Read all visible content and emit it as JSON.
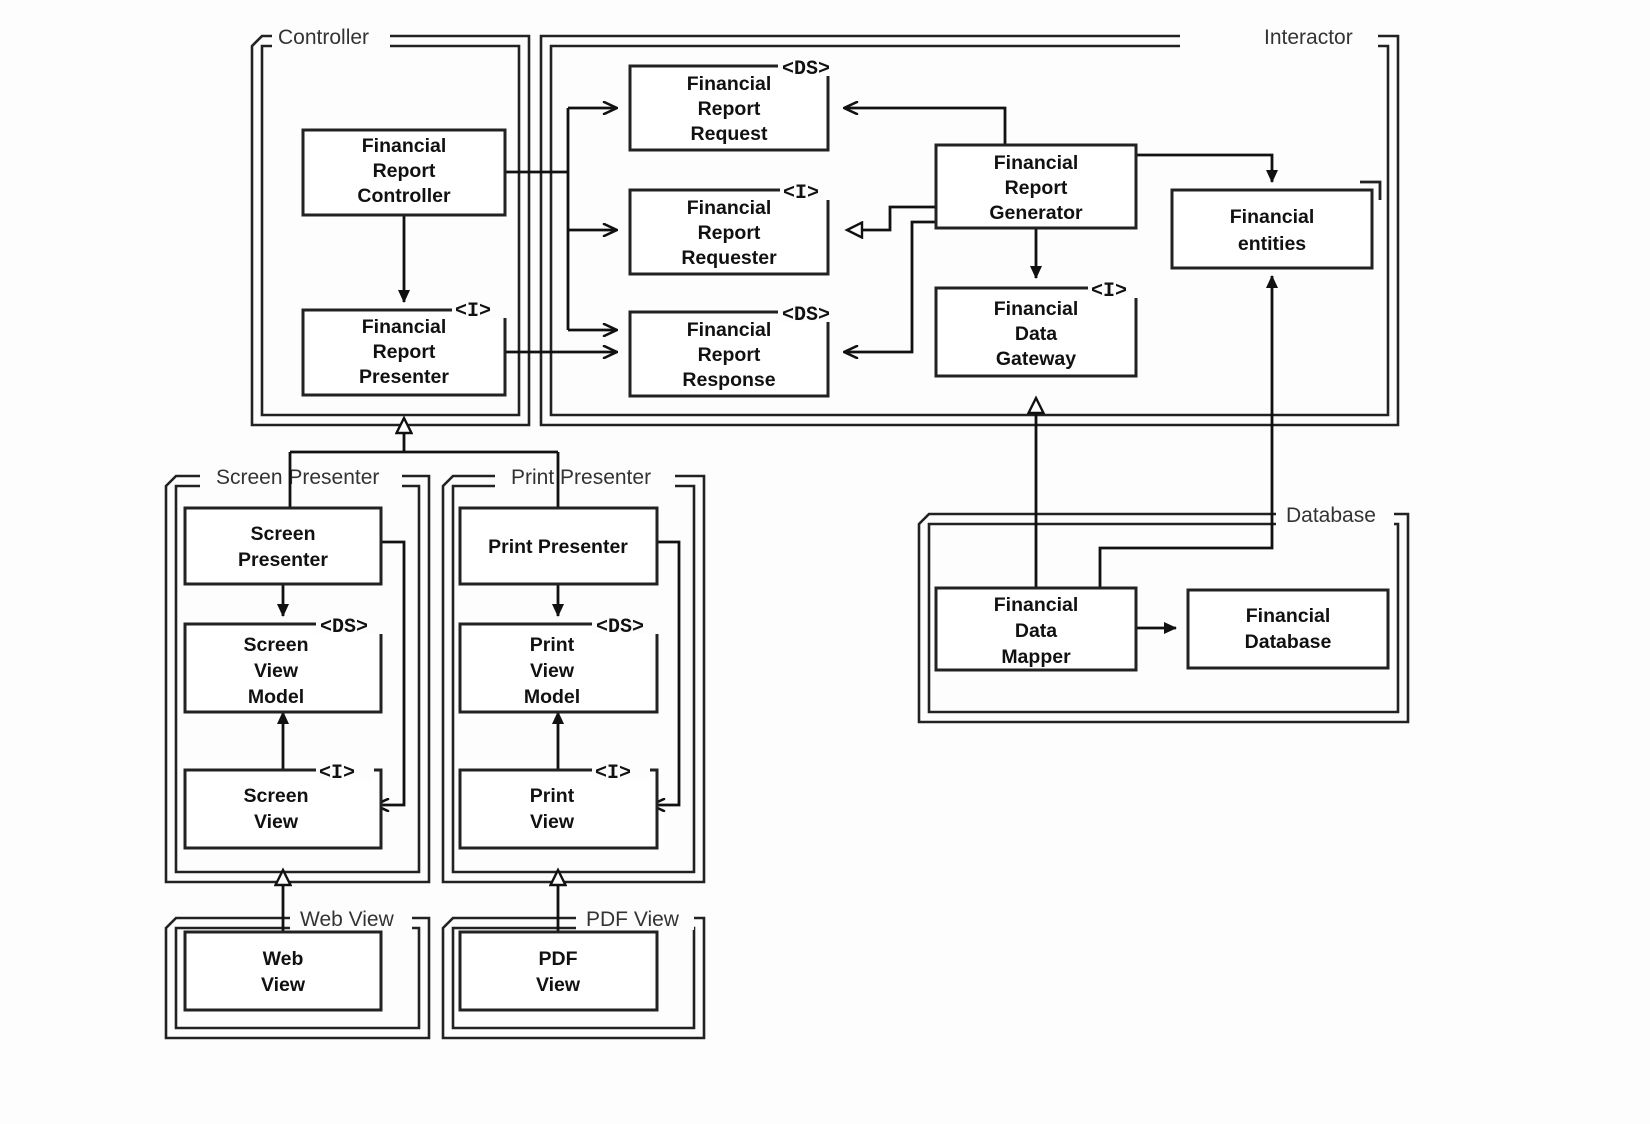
{
  "diagram": {
    "title": "Financial Report Clean Architecture Component Diagram",
    "type": "uml-component-diagram",
    "stereotypes": {
      "data_structure": "<DS>",
      "interface": "<I>"
    },
    "colors": {
      "line": "#111111",
      "box_fill": "#ffffff",
      "group_label": "#333333",
      "background": "#fdfdfd"
    }
  },
  "groups": {
    "controller": {
      "label": "Controller"
    },
    "interactor": {
      "label": "Interactor"
    },
    "screen_presenter": {
      "label": "Screen Presenter"
    },
    "print_presenter": {
      "label": "Print Presenter"
    },
    "web_view": {
      "label": "Web View"
    },
    "pdf_view": {
      "label": "PDF View"
    },
    "database": {
      "label": "Database"
    }
  },
  "nodes": {
    "financial_report_controller": {
      "lines": [
        "Financial",
        "Report",
        "Controller"
      ],
      "stereotype": ""
    },
    "financial_report_presenter": {
      "lines": [
        "Financial",
        "Report",
        "Presenter"
      ],
      "stereotype": "<I>"
    },
    "financial_report_request": {
      "lines": [
        "Financial",
        "Report",
        "Request"
      ],
      "stereotype": "<DS>"
    },
    "financial_report_requester": {
      "lines": [
        "Financial",
        "Report",
        "Requester"
      ],
      "stereotype": "<I>"
    },
    "financial_report_response": {
      "lines": [
        "Financial",
        "Report",
        "Response"
      ],
      "stereotype": "<DS>"
    },
    "financial_report_generator": {
      "lines": [
        "Financial",
        "Report",
        "Generator"
      ],
      "stereotype": ""
    },
    "financial_data_gateway": {
      "lines": [
        "Financial",
        "Data",
        "Gateway"
      ],
      "stereotype": "<I>"
    },
    "financial_entities": {
      "lines": [
        "Financial",
        "entities"
      ],
      "stereotype": ""
    },
    "screen_presenter": {
      "lines": [
        "Screen",
        "Presenter"
      ],
      "stereotype": ""
    },
    "screen_view_model": {
      "lines": [
        "Screen",
        "View",
        "Model"
      ],
      "stereotype": "<DS>"
    },
    "screen_view": {
      "lines": [
        "Screen",
        "View"
      ],
      "stereotype": "<I>"
    },
    "print_presenter": {
      "lines": [
        "Print Presenter"
      ],
      "stereotype": ""
    },
    "print_view_model": {
      "lines": [
        "Print",
        "View",
        "Model"
      ],
      "stereotype": "<DS>"
    },
    "print_view": {
      "lines": [
        "Print",
        "View"
      ],
      "stereotype": "<I>"
    },
    "web_view": {
      "lines": [
        "Web",
        "View"
      ],
      "stereotype": ""
    },
    "pdf_view": {
      "lines": [
        "PDF",
        "View"
      ],
      "stereotype": ""
    },
    "financial_data_mapper": {
      "lines": [
        "Financial",
        "Data",
        "Mapper"
      ],
      "stereotype": ""
    },
    "financial_database": {
      "lines": [
        "Financial",
        "Database"
      ],
      "stereotype": ""
    }
  },
  "relations": [
    {
      "from": "financial_report_controller",
      "to": "financial_report_presenter",
      "kind": "dependency"
    },
    {
      "from": "financial_report_controller",
      "to": "financial_report_request",
      "kind": "dependency"
    },
    {
      "from": "financial_report_controller",
      "to": "financial_report_requester",
      "kind": "dependency"
    },
    {
      "from": "financial_report_controller",
      "to": "financial_report_response",
      "kind": "dependency"
    },
    {
      "from": "financial_report_presenter",
      "to": "financial_report_response",
      "kind": "dependency"
    },
    {
      "from": "financial_report_generator",
      "to": "financial_report_request",
      "kind": "dependency"
    },
    {
      "from": "financial_report_generator",
      "to": "financial_report_requester",
      "kind": "implements"
    },
    {
      "from": "financial_report_generator",
      "to": "financial_report_response",
      "kind": "dependency"
    },
    {
      "from": "financial_report_generator",
      "to": "financial_entities",
      "kind": "dependency"
    },
    {
      "from": "financial_report_generator",
      "to": "financial_data_gateway",
      "kind": "dependency"
    },
    {
      "from": "financial_data_mapper",
      "to": "financial_data_gateway",
      "kind": "generalization"
    },
    {
      "from": "financial_data_mapper",
      "to": "financial_database",
      "kind": "dependency"
    },
    {
      "from": "financial_database",
      "to": "financial_entities",
      "kind": "dependency"
    },
    {
      "from": "screen_presenter",
      "to": "financial_report_presenter",
      "kind": "generalization"
    },
    {
      "from": "print_presenter",
      "to": "financial_report_presenter",
      "kind": "generalization"
    },
    {
      "from": "screen_presenter",
      "to": "screen_view_model",
      "kind": "dependency"
    },
    {
      "from": "screen_presenter",
      "to": "screen_view",
      "kind": "dependency"
    },
    {
      "from": "screen_view",
      "to": "screen_view_model",
      "kind": "dependency"
    },
    {
      "from": "print_presenter",
      "to": "print_view_model",
      "kind": "dependency"
    },
    {
      "from": "print_presenter",
      "to": "print_view",
      "kind": "dependency"
    },
    {
      "from": "print_view",
      "to": "print_view_model",
      "kind": "dependency"
    },
    {
      "from": "web_view",
      "to": "screen_view",
      "kind": "generalization"
    },
    {
      "from": "pdf_view",
      "to": "print_view",
      "kind": "generalization"
    }
  ]
}
